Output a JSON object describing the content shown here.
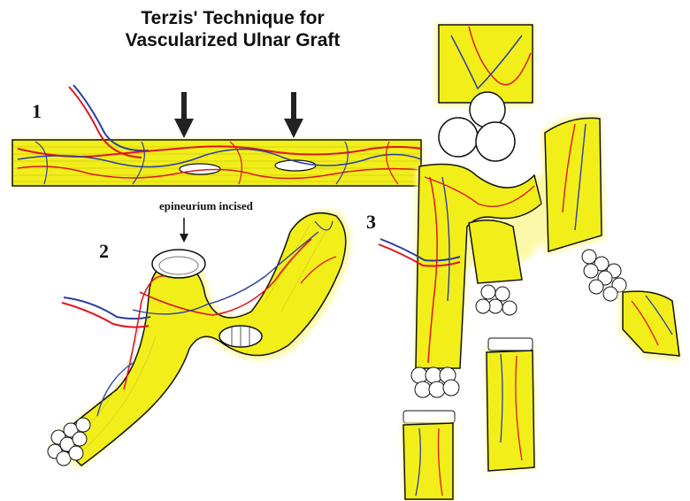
{
  "title_line1": "Terzis' Technique for",
  "title_line2": "Vascularized Ulnar Graft",
  "steps": {
    "one": "1",
    "two": "2",
    "three": "3"
  },
  "caption": "epineurium incised",
  "colors": {
    "nerve_fill": "#f2ee1a",
    "nerve_glow": "#fbf9a8",
    "outline": "#111111",
    "artery": "#e0161e",
    "vein": "#2b3f9e",
    "fascicle": "#ffffff"
  },
  "icons": [
    "arrow-down-icon"
  ]
}
